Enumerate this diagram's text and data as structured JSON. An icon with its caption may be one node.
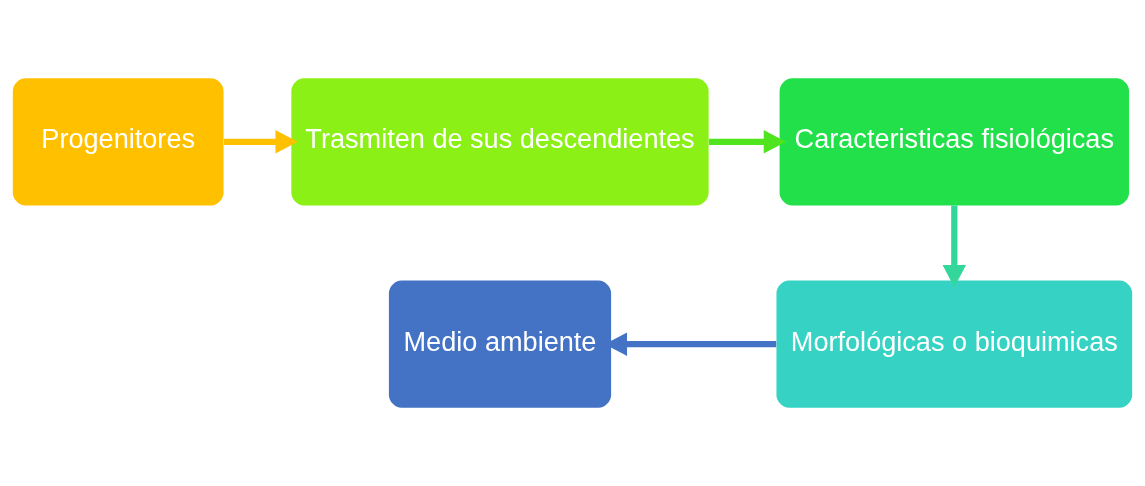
{
  "diagram": {
    "nodes": [
      {
        "text": [
          "Progenitores"
        ]
      },
      {
        "text": [
          "Trasmiten de sus descendientes"
        ]
      },
      {
        "text": [
          "Caracteristicas fisiológicas"
        ]
      },
      {
        "text": [
          "Morfológicas o bioquimicas"
        ]
      },
      {
        "text": [
          "Medio ambiente"
        ]
      }
    ],
    "edges": [
      {
        "from": 0,
        "to": 1,
        "arrow": "to",
        "color": "#ffc000"
      },
      {
        "from": 1,
        "to": 2,
        "arrow": "to",
        "color": "#4fe41d"
      },
      {
        "from": 2,
        "to": 3,
        "arrow": "to",
        "color": "#33d69b"
      },
      {
        "from": 3,
        "to": 4,
        "arrow": "to",
        "color": "#4472c4"
      }
    ]
  }
}
